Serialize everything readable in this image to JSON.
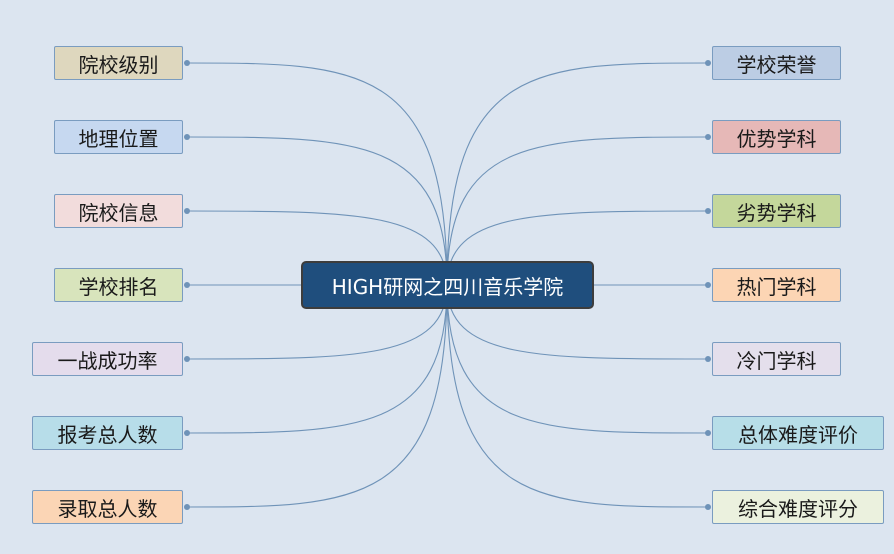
{
  "center": {
    "label": "HIGH研网之四川音乐学院",
    "color": "#1f4e7d"
  },
  "left_nodes": [
    {
      "label": "院校级别",
      "color": "#ded7be"
    },
    {
      "label": "地理位置",
      "color": "#c6d8f0"
    },
    {
      "label": "院校信息",
      "color": "#f2dcdc"
    },
    {
      "label": "学校排名",
      "color": "#d8e4bc"
    },
    {
      "label": "一战成功率",
      "color": "#e4dcec"
    },
    {
      "label": "报考总人数",
      "color": "#b7dde9"
    },
    {
      "label": "录取总人数",
      "color": "#fbd5b5"
    }
  ],
  "right_nodes": [
    {
      "label": "学校荣誉",
      "color": "#bccde4"
    },
    {
      "label": "优势学科",
      "color": "#e6b8b7"
    },
    {
      "label": "劣势学科",
      "color": "#c4d79b"
    },
    {
      "label": "热门学科",
      "color": "#fcd5b4"
    },
    {
      "label": "冷门学科",
      "color": "#e4dfec"
    },
    {
      "label": "总体难度评价",
      "color": "#b7dee8"
    },
    {
      "label": "综合难度评分",
      "color": "#ebf1de"
    }
  ],
  "link_color": "#6f93b8"
}
